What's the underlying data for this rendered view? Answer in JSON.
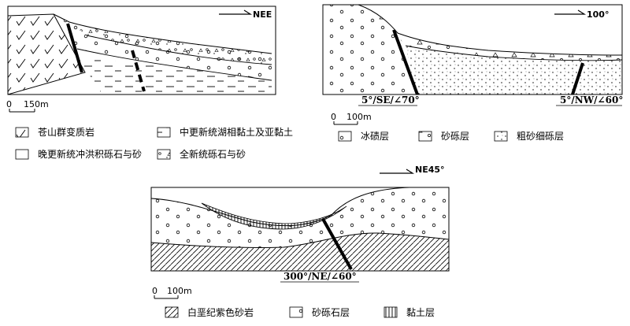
{
  "section_a": {
    "direction": "NEE",
    "scale": {
      "zero": "0",
      "value": "150m"
    }
  },
  "section_b": {
    "direction": "100°",
    "scale": {
      "zero": "0",
      "value": "100m"
    },
    "fault_1": "5°/SE/∠70°",
    "fault_2": "5°/NW/∠60°"
  },
  "section_c": {
    "direction": "NE45°",
    "scale": {
      "zero": "0",
      "value": "100m"
    },
    "fault": "300°/NE/∠60°"
  },
  "legend_a": [
    {
      "symbol": "cangshan-metamorphic",
      "label": "苍山群变质岩"
    },
    {
      "symbol": "lacustrine-clay",
      "label": "中更新统湖相黏土及亚黏土"
    },
    {
      "symbol": "late-gravel",
      "label": "晚更新统冲洪积砾石与砂"
    },
    {
      "symbol": "holocene-gravel",
      "label": "全新统砾石与砂"
    }
  ],
  "legend_b": [
    {
      "symbol": "moraine",
      "label": "冰碛层"
    },
    {
      "symbol": "gravel-layer",
      "label": "砂砾层"
    },
    {
      "symbol": "coarse-sand",
      "label": "粗砂细砾层"
    }
  ],
  "legend_c": [
    {
      "symbol": "cretaceous-sandstone",
      "label": "白垩纪紫色砂岩"
    },
    {
      "symbol": "gravel-stone",
      "label": "砂砾石层"
    },
    {
      "symbol": "clay-layer",
      "label": "黏土层"
    }
  ]
}
